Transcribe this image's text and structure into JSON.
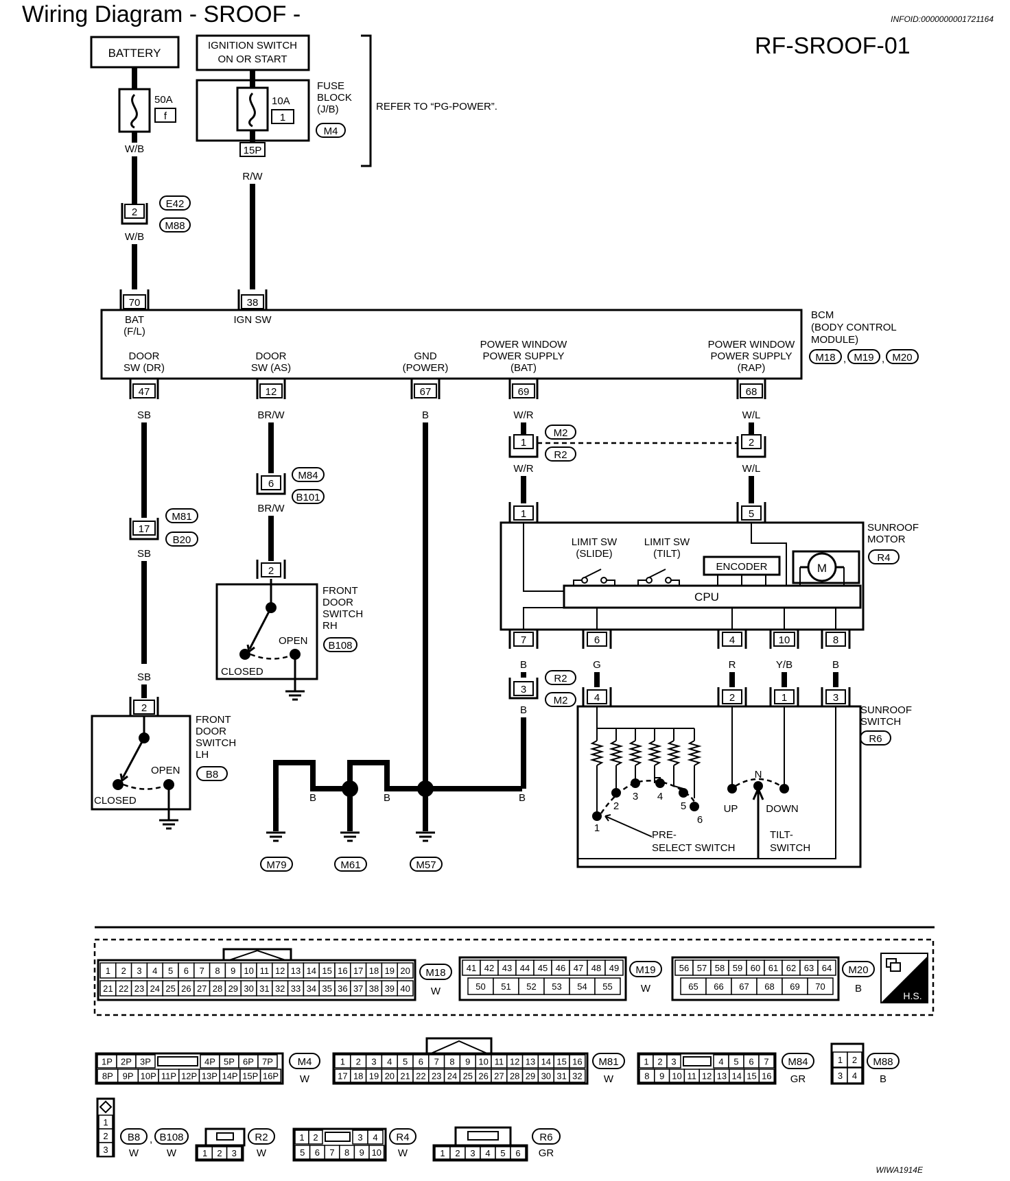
{
  "title": "Wiring Diagram - SROOF -",
  "info_id": "INFOID:0000000001721164",
  "diagram_code": "RF-SROOF-01",
  "footer_code": "WIWA1914E",
  "power": {
    "battery": "BATTERY",
    "ign_line1": "IGNITION SWITCH",
    "ign_line2": "ON OR START",
    "fuse_battery_amps": "50A",
    "fuse_battery_id": "f",
    "fuse_ign_amps": "10A",
    "fuse_ign_id": "1",
    "fuse_block_l1": "FUSE",
    "fuse_block_l2": "BLOCK",
    "fuse_block_l3": "(J/B)",
    "fuse_block_conn": "M4",
    "fuse_block_pin": "15P",
    "refer": "REFER TO “PG-POWER”."
  },
  "wires": {
    "wb": "W/B",
    "rw": "R/W",
    "sb": "SB",
    "brw": "BR/W",
    "b": "B",
    "wr": "W/R",
    "wl": "W/L",
    "g": "G",
    "r": "R",
    "yb": "Y/B"
  },
  "inline_connectors": {
    "e42": "E42",
    "m88": "M88",
    "pin_2": "2",
    "m84": "M84",
    "b101": "B101",
    "pin_6": "6",
    "m81": "M81",
    "b20": "B20",
    "pin_17": "17",
    "m2": "M2",
    "r2": "R2",
    "pin_1": "1",
    "pin_3": "3"
  },
  "bcm": {
    "title_l1": "BCM",
    "title_l2": "(BODY CONTROL",
    "title_l3": "MODULE)",
    "conn_m18": "M18",
    "conn_m19": "M19",
    "conn_m20": "M20",
    "sep": ",",
    "pins": [
      "70",
      "38",
      "47",
      "12",
      "67",
      "69",
      "68"
    ],
    "bat_l1": "BAT",
    "bat_l2": "(F/L)",
    "ign_sw": "IGN SW",
    "door_dr_l1": "DOOR",
    "door_dr_l2": "SW (DR)",
    "door_as_l1": "DOOR",
    "door_as_l2": "SW (AS)",
    "gnd_l1": "GND",
    "gnd_l2": "(POWER)",
    "pw_bat_l1": "POWER WINDOW",
    "pw_bat_l2": "POWER SUPPLY",
    "pw_bat_l3": "(BAT)",
    "pw_rap_l1": "POWER WINDOW",
    "pw_rap_l2": "POWER SUPPLY",
    "pw_rap_l3": "(RAP)"
  },
  "sunroof_motor": {
    "title_l1": "SUNROOF",
    "title_l2": "MOTOR",
    "conn": "R4",
    "limit_slide_l1": "LIMIT SW",
    "limit_slide_l2": "(SLIDE)",
    "limit_tilt_l1": "LIMIT SW",
    "limit_tilt_l2": "(TILT)",
    "encoder": "ENCODER",
    "cpu": "CPU",
    "motor": "M",
    "pin_top_1": "1",
    "pin_top_5": "5",
    "pins_bottom": [
      "7",
      "6",
      "4",
      "10",
      "8"
    ]
  },
  "sunroof_switch": {
    "title_l1": "SUNROOF",
    "title_l2": "SWITCH",
    "conn": "R6",
    "pins_top": [
      "4",
      "2",
      "1",
      "3"
    ],
    "positions": [
      "1",
      "2",
      "3",
      "4",
      "5",
      "6"
    ],
    "preselect_l1": "PRE-",
    "preselect_l2": "SELECT SWITCH",
    "tilt_l1": "TILT-",
    "tilt_l2": "SWITCH",
    "n": "N",
    "up": "UP",
    "down": "DOWN"
  },
  "door_rh": {
    "title_l1": "FRONT",
    "title_l2": "DOOR",
    "title_l3": "SWITCH",
    "title_l4": "RH",
    "conn": "B108",
    "pin": "2",
    "open": "OPEN",
    "closed": "CLOSED"
  },
  "door_lh": {
    "title_l1": "FRONT",
    "title_l2": "DOOR",
    "title_l3": "SWITCH",
    "title_l4": "LH",
    "conn": "B8",
    "pin": "2",
    "open": "OPEN",
    "closed": "CLOSED"
  },
  "grounds": {
    "m79": "M79",
    "m61": "M61",
    "m57": "M57"
  },
  "connector_faces": {
    "m18": {
      "name": "M18",
      "color": "W",
      "row1": [
        "1",
        "2",
        "3",
        "4",
        "5",
        "6",
        "7",
        "8",
        "9",
        "10",
        "11",
        "12",
        "13",
        "14",
        "15",
        "16",
        "17",
        "18",
        "19",
        "20"
      ],
      "row2": [
        "21",
        "22",
        "23",
        "24",
        "25",
        "26",
        "27",
        "28",
        "29",
        "30",
        "31",
        "32",
        "33",
        "34",
        "35",
        "36",
        "37",
        "38",
        "39",
        "40"
      ]
    },
    "m19": {
      "name": "M19",
      "color": "W",
      "row1": [
        "41",
        "42",
        "43",
        "44",
        "45",
        "46",
        "47",
        "48",
        "49"
      ],
      "row2": [
        "50",
        "51",
        "52",
        "53",
        "54",
        "55"
      ]
    },
    "m20": {
      "name": "M20",
      "color": "B",
      "row1": [
        "56",
        "57",
        "58",
        "59",
        "60",
        "61",
        "62",
        "63",
        "64"
      ],
      "row2": [
        "65",
        "66",
        "67",
        "68",
        "69",
        "70"
      ]
    },
    "hs": "H.S.",
    "m4": {
      "name": "M4",
      "color": "W",
      "row1a": [
        "1P",
        "2P",
        "3P"
      ],
      "row1b": [
        "4P",
        "5P",
        "6P",
        "7P"
      ],
      "row2": [
        "8P",
        "9P",
        "10P",
        "11P",
        "12P",
        "13P",
        "14P",
        "15P",
        "16P"
      ]
    },
    "m81": {
      "name": "M81",
      "color": "W",
      "row1": [
        "1",
        "2",
        "3",
        "4",
        "5",
        "6",
        "7",
        "8",
        "9",
        "10",
        "11",
        "12",
        "13",
        "14",
        "15",
        "16"
      ],
      "row2": [
        "17",
        "18",
        "19",
        "20",
        "21",
        "22",
        "23",
        "24",
        "25",
        "26",
        "27",
        "28",
        "29",
        "30",
        "31",
        "32"
      ]
    },
    "m84": {
      "name": "M84",
      "color": "GR",
      "row1a": [
        "1",
        "2",
        "3"
      ],
      "row1b": [
        "4",
        "5",
        "6",
        "7"
      ],
      "row2": [
        "8",
        "9",
        "10",
        "11",
        "12",
        "13",
        "14",
        "15",
        "16"
      ]
    },
    "m88": {
      "name": "M88",
      "color": "B",
      "row1": [
        "1",
        "2"
      ],
      "row2": [
        "3",
        "4"
      ]
    },
    "b8": {
      "name": "B8",
      "name2": "B108",
      "sep": ",",
      "color": "W",
      "color2": "W",
      "pins": [
        "1",
        "2",
        "3"
      ]
    },
    "r2": {
      "name": "R2",
      "color": "W",
      "pins": [
        "1",
        "2",
        "3"
      ]
    },
    "r4": {
      "name": "R4",
      "color": "W",
      "row1a": [
        "1",
        "2"
      ],
      "row1b": [
        "3",
        "4"
      ],
      "row2": [
        "5",
        "6",
        "7",
        "8",
        "9",
        "10"
      ]
    },
    "r6": {
      "name": "R6",
      "color": "GR",
      "row": [
        "1",
        "2",
        "3",
        "4",
        "5",
        "6"
      ]
    }
  }
}
